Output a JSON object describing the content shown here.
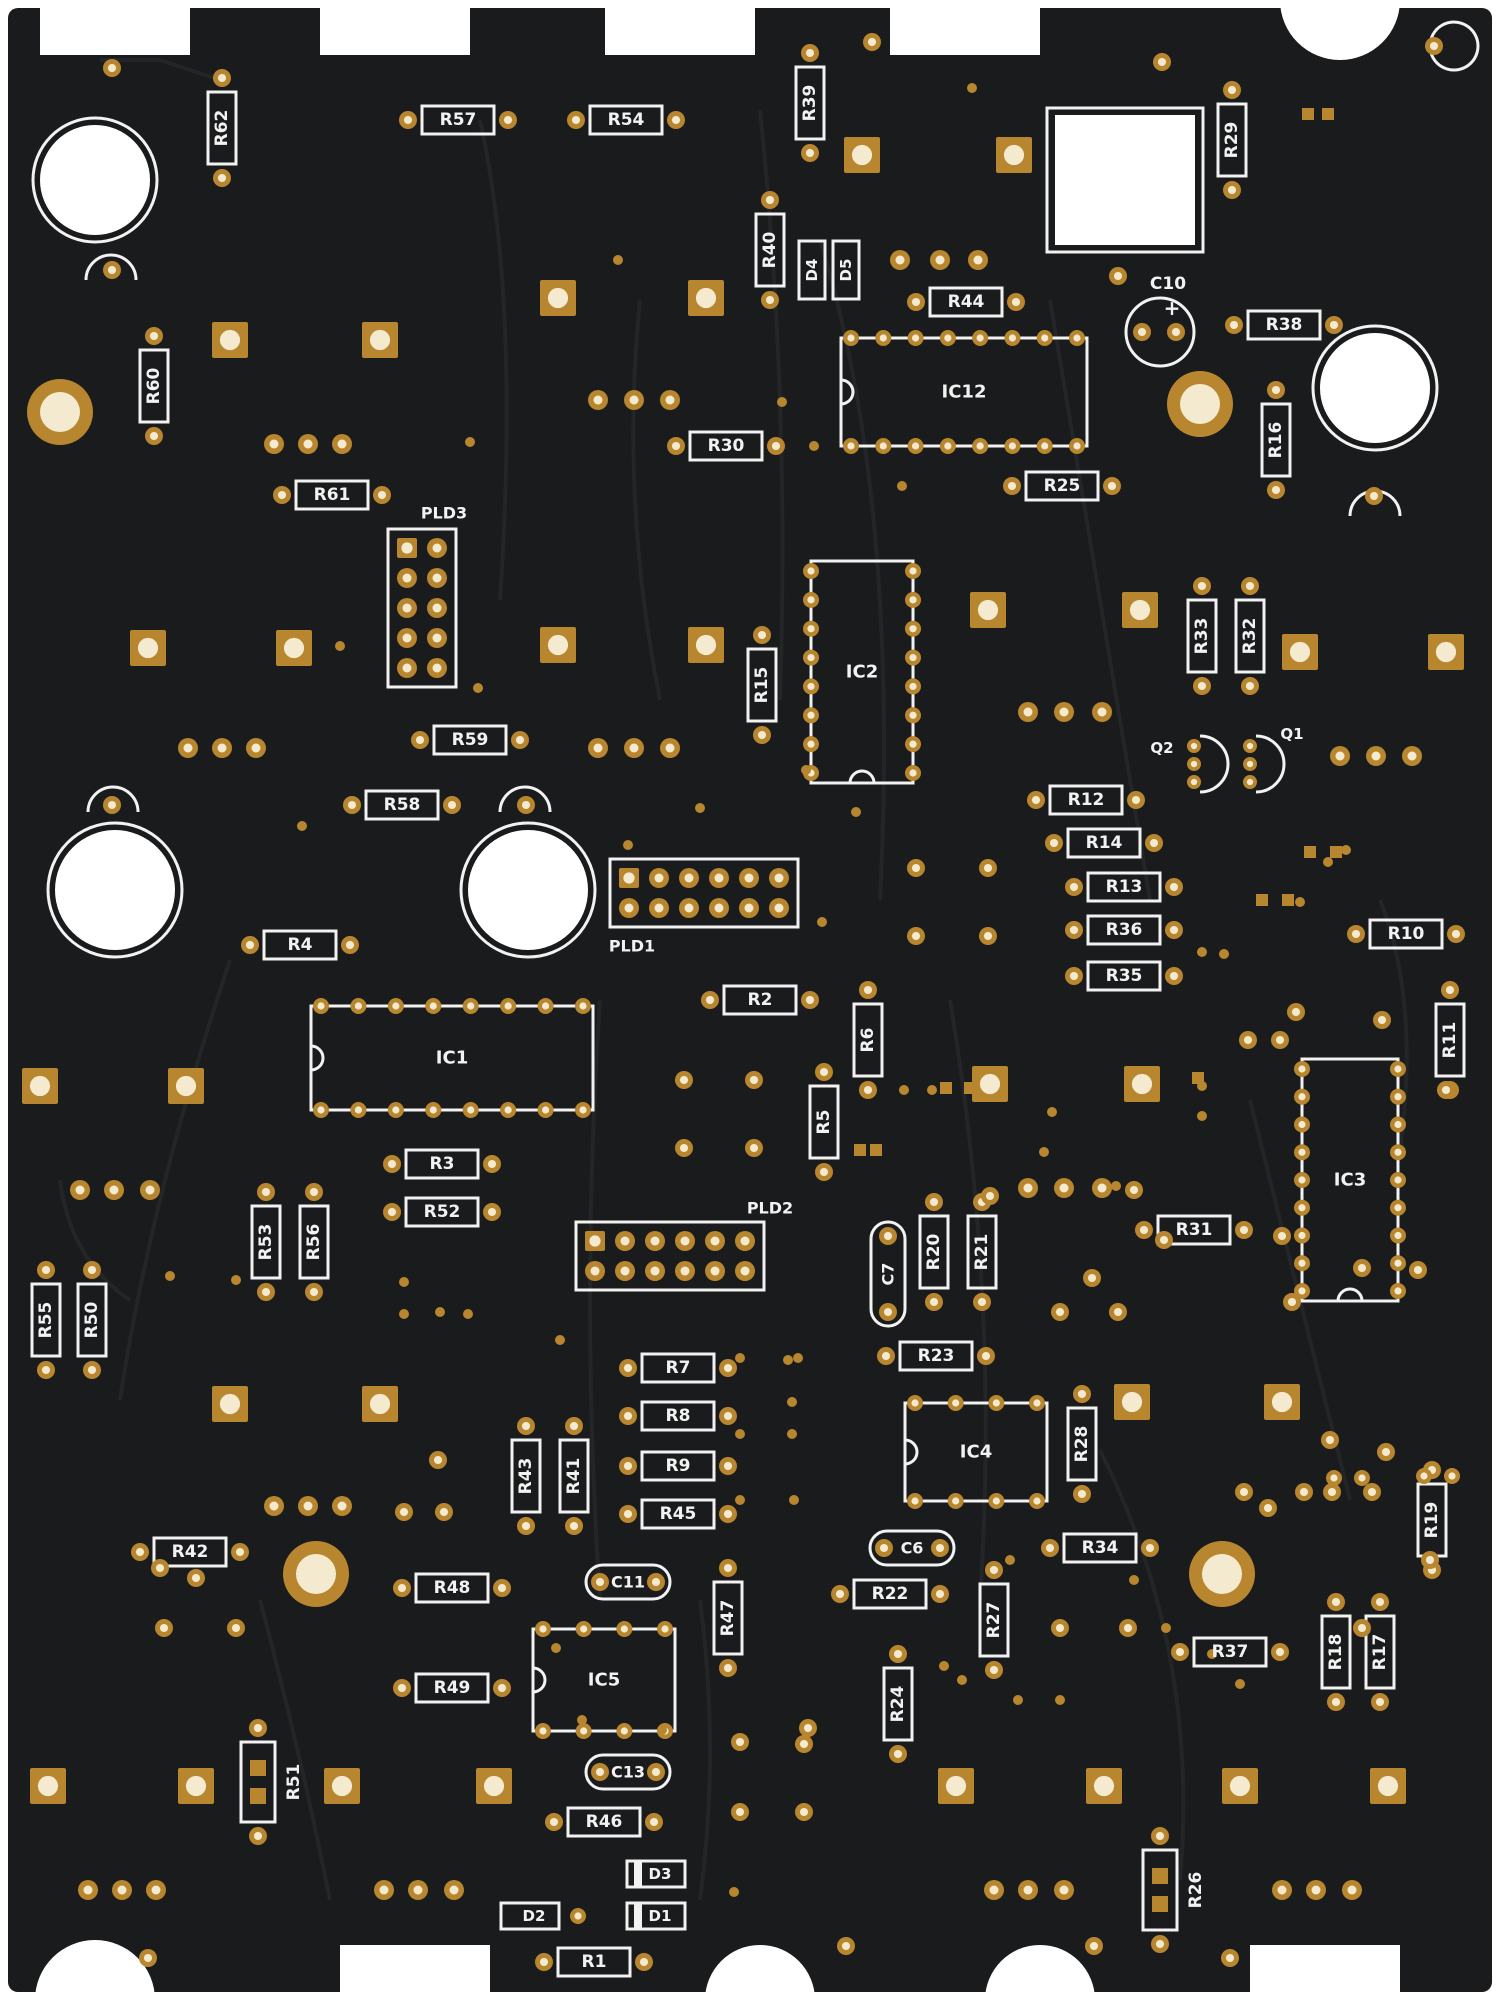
{
  "board": {
    "substrate_color": "#1a1b1c",
    "silkscreen_color": "#f2f2f2",
    "pad_color": "#b8862e",
    "pad_hole_color": "#f4ead0"
  },
  "labels": {
    "R1": "R1",
    "R2": "R2",
    "R3": "R3",
    "R4": "R4",
    "R5": "R5",
    "R6": "R6",
    "R7": "R7",
    "R8": "R8",
    "R9": "R9",
    "R10": "R10",
    "R11": "R11",
    "R12": "R12",
    "R13": "R13",
    "R14": "R14",
    "R15": "R15",
    "R16": "R16",
    "R17": "R17",
    "R18": "R18",
    "R19": "R19",
    "R20": "R20",
    "R21": "R21",
    "R22": "R22",
    "R23": "R23",
    "R24": "R24",
    "R25": "R25",
    "R26": "R26",
    "R27": "R27",
    "R28": "R28",
    "R29": "R29",
    "R30": "R30",
    "R31": "R31",
    "R32": "R32",
    "R33": "R33",
    "R34": "R34",
    "R35": "R35",
    "R36": "R36",
    "R37": "R37",
    "R38": "R38",
    "R39": "R39",
    "R40": "R40",
    "R41": "R41",
    "R42": "R42",
    "R43": "R43",
    "R44": "R44",
    "R45": "R45",
    "R46": "R46",
    "R47": "R47",
    "R48": "R48",
    "R49": "R49",
    "R50": "R50",
    "R51": "R51",
    "R52": "R52",
    "R53": "R53",
    "R54": "R54",
    "R55": "R55",
    "R56": "R56",
    "R57": "R57",
    "R58": "R58",
    "R59": "R59",
    "R60": "R60",
    "R61": "R61",
    "R62": "R62",
    "IC1": "IC1",
    "IC2": "IC2",
    "IC3": "IC3",
    "IC4": "IC4",
    "IC5": "IC5",
    "IC12": "IC12",
    "C6": "C6",
    "C7": "C7",
    "C10": "C10",
    "C11": "C11",
    "C13": "C13",
    "D1": "D1",
    "D2": "D2",
    "D3": "D3",
    "D4": "D4",
    "D5": "D5",
    "Q1": "Q1",
    "Q2": "Q2",
    "PLD1": "PLD1",
    "PLD2": "PLD2",
    "PLD3": "PLD3",
    "plus": "+"
  }
}
